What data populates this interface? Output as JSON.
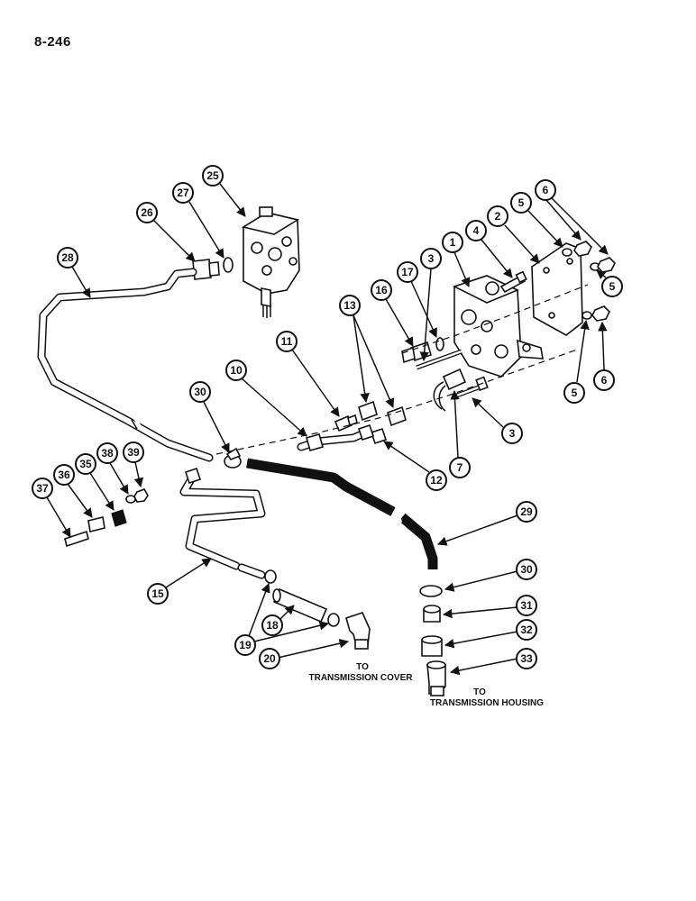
{
  "page": {
    "number": "8-246"
  },
  "destinations": {
    "cover_line1": "TO",
    "cover_line2": "TRANSMISSION COVER",
    "housing_line1": "TO",
    "housing_line2": "TRANSMISSION HOUSING"
  },
  "callouts": {
    "c1": "1",
    "c2": "2",
    "c3a": "3",
    "c3b": "3",
    "c4": "4",
    "c5a": "5",
    "c5b": "5",
    "c5c": "5",
    "c6a": "6",
    "c6b": "6",
    "c7": "7",
    "c10": "10",
    "c11": "11",
    "c12": "12",
    "c13": "13",
    "c15": "15",
    "c16": "16",
    "c17": "17",
    "c18": "18",
    "c19": "19",
    "c20": "20",
    "c25": "25",
    "c26": "26",
    "c27": "27",
    "c28": "28",
    "c29": "29",
    "c30a": "30",
    "c30b": "30",
    "c31": "31",
    "c32": "32",
    "c33": "33",
    "c35": "35",
    "c36": "36",
    "c37": "37",
    "c38": "38",
    "c39": "39"
  }
}
